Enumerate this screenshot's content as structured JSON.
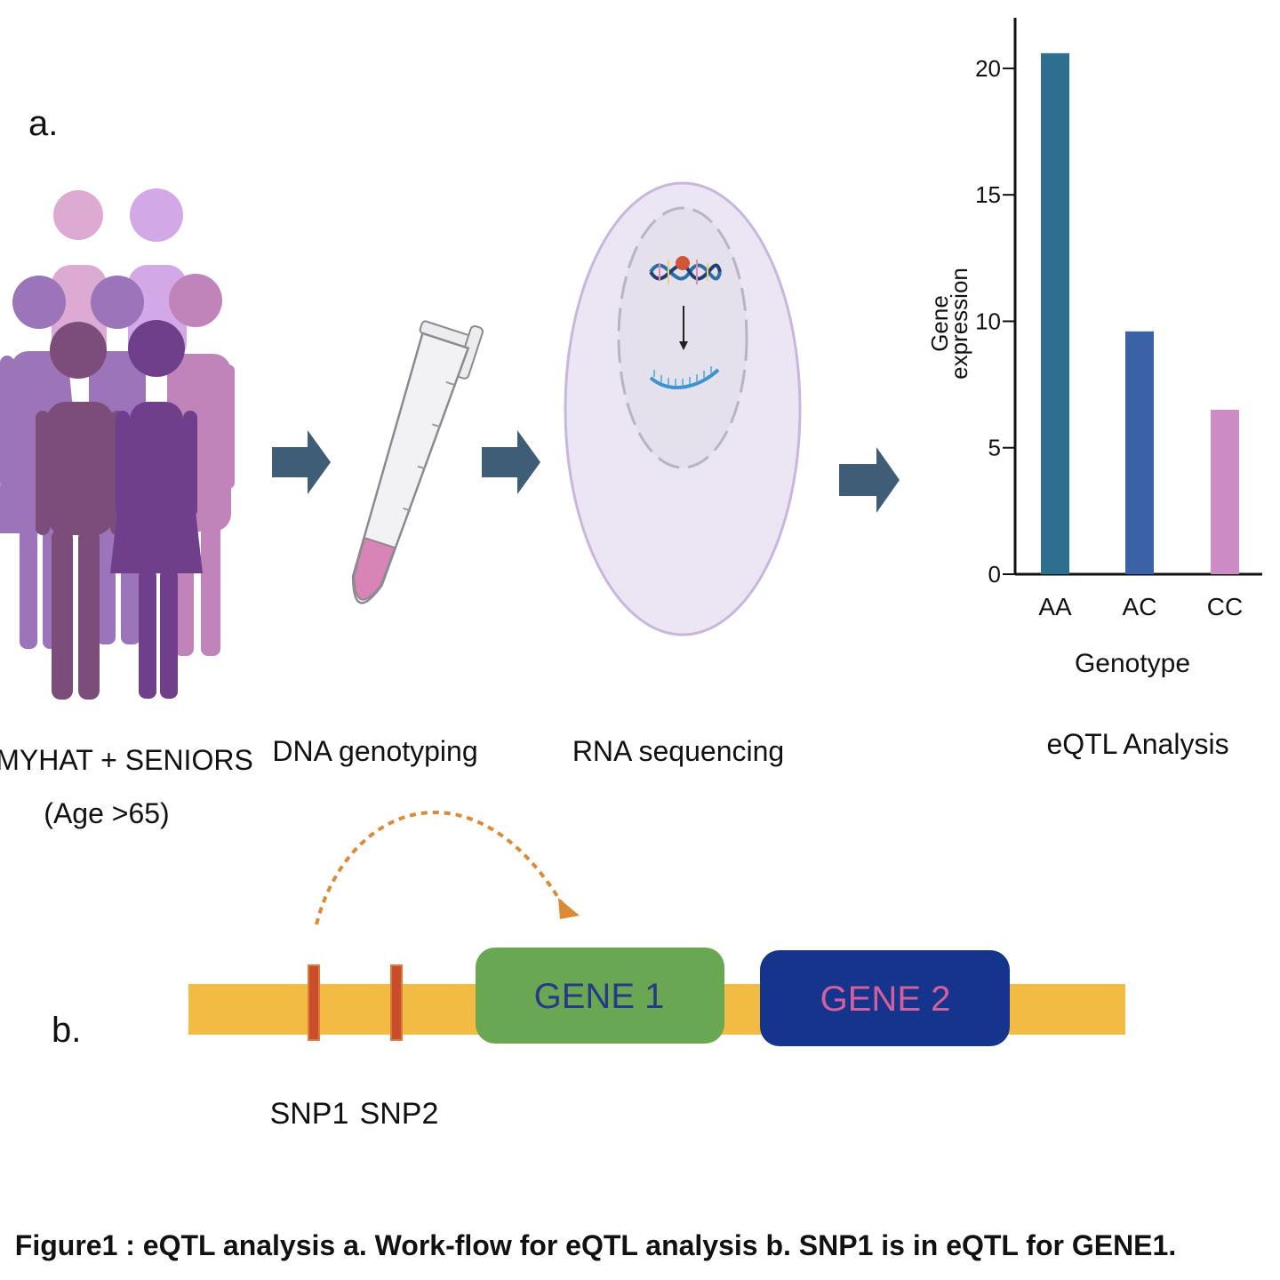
{
  "panel_a": {
    "letter": "a.",
    "steps": [
      {
        "label_line1": "MYHAT + SENIORS",
        "label_line2": "(Age >65)"
      },
      {
        "label": "DNA genotyping"
      },
      {
        "label": "RNA sequencing"
      },
      {
        "label": "eQTL Analysis"
      }
    ],
    "colors": {
      "arrow": "#3f5d77",
      "tube_sample": "#d884b6",
      "cell": "#ece6f4"
    }
  },
  "chart_data": {
    "type": "bar",
    "categories": [
      "AA",
      "AC",
      "CC"
    ],
    "values": [
      20.6,
      9.6,
      6.5
    ],
    "colors": [
      "#2e6e8e",
      "#3b62a6",
      "#cc8bc4"
    ],
    "xlabel": "Genotype",
    "ylabel_line1": "Gene",
    "ylabel_line2": "expression",
    "yticks": [
      0,
      5,
      10,
      15,
      20
    ],
    "ylim": [
      0,
      22
    ],
    "grid": false
  },
  "panel_b": {
    "letter": "b.",
    "snps": [
      {
        "label": "SNP1"
      },
      {
        "label": "SNP2"
      }
    ],
    "genes": [
      {
        "label": "GENE 1",
        "fill": "#6aa752",
        "text_color": "#263a86"
      },
      {
        "label": "GENE 2",
        "fill": "#15348c",
        "text_color": "#d45f9c"
      }
    ],
    "colors": {
      "chromosome": "#f2bb44",
      "snp": "#c84d2a",
      "link_arrow": "#dd8a35"
    }
  },
  "caption": "Figure1 : eQTL analysis a. Work-flow for eQTL analysis b. SNP1 is in  eQTL for  GENE1."
}
